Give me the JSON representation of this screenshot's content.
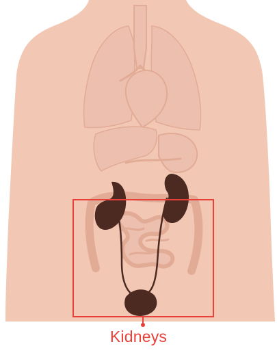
{
  "callout": {
    "label": "Kidneys"
  },
  "colors": {
    "background": "#ffffff",
    "skin": "#f2c8b4",
    "organ_faded": "#ecbfae",
    "organ_faded_line": "#e2ab96",
    "kidney": "#4c2a22",
    "highlight": "#e8413a"
  },
  "organs": {
    "highlighted": [
      "kidneys",
      "ureters",
      "bladder"
    ],
    "faded": [
      "trachea",
      "lungs",
      "heart",
      "liver",
      "stomach",
      "pancreas",
      "intestines"
    ]
  }
}
